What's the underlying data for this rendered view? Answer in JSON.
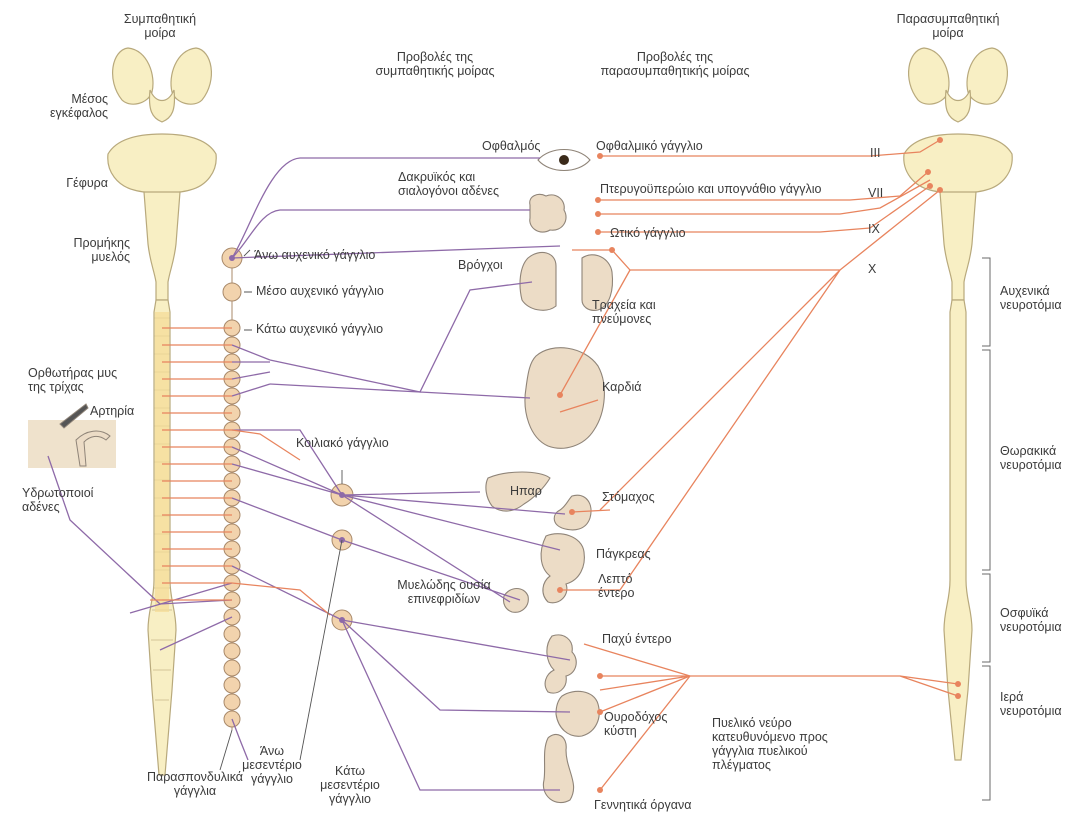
{
  "colors": {
    "sympathetic": "#8e6aa8",
    "parasympathetic": "#e8845e",
    "tissue": "#f8efc4",
    "tissue_outline": "#b8a97c",
    "organ": "#ecdcc6",
    "organ_outline": "#8f8478",
    "ganglion": "#f2d3ad",
    "ganglion_outline": "#a8896a",
    "inset": "#efe2cc"
  },
  "labels": {
    "sympathetic_division": "Συμπαθητική\nμοίρα",
    "parasympathetic_division": "Παρασυμπαθητική\nμοίρα",
    "midbrain": "Μέσος\nεγκέφαλος",
    "pons": "Γέφυρα",
    "medulla": "Προμήκης\nμυελός",
    "sympathetic_projections": "Προβολές της\nσυμπαθητικής μοίρας",
    "parasympathetic_projections": "Προβολές της\nπαρασυμπαθητικής μοίρας",
    "eye": "Οφθαλμός",
    "ciliary_ganglion": "Οφθαλμικό γάγγλιο",
    "lacrimal_salivary": "Δακρυϊκός και\nσιαλογόνοι αδένες",
    "pterygopalatine": "Πτερυγοϋπερώιο και υπογνάθιο γάγγλιο",
    "otic": "Ωτικό γάγγλιο",
    "superior_cervical": "Άνω αυχενικό γάγγλιο",
    "middle_cervical": "Μέσο αυχενικό γάγγλιο",
    "inferior_cervical": "Κάτω αυχενικό γάγγλιο",
    "bronchi": "Βρόγχοι",
    "trachea_lungs": "Τραχεία και\nπνεύμονες",
    "heart": "Καρδιά",
    "arrector": "Ορθωτήρας μυς\nτης τρίχας",
    "artery": "Αρτηρία",
    "sweat_glands": "Υδρωτοποιοί\nαδένες",
    "celiac": "Κοιλιακό γάγγλιο",
    "liver": "Ηπαρ",
    "stomach": "Στόμαχος",
    "pancreas": "Πάγκρεας",
    "small_intestine": "Λεπτό\nέντερο",
    "adrenal": "Μυελώδης ουσία\nεπινεφριδίων",
    "large_intestine": "Παχύ έντερο",
    "bladder": "Ουροδόχος\nκύστη",
    "pelvic_nerve": "Πυελικό νεύρο\nκατευθυνόμενο προς\nγάγγλια πυελικού\nπλέγματος",
    "genitals": "Γεννητικά όργανα",
    "paravertebral": "Παρασπονδυλικά\nγάγγλια",
    "superior_mesenteric": "Άνω\nμεσεντέριο\nγάγγλιο",
    "inferior_mesenteric": "Κάτω\nμεσεντέριο\nγάγγλιο",
    "cervical_segments": "Αυχενικά\nνευροτόμια",
    "thoracic_segments": "Θωρακικά\nνευροτόμια",
    "lumbar_segments": "Οσφυϊκά\nνευροτόμια",
    "sacral_segments": "Ιερά\nνευροτόμια",
    "cn3": "III",
    "cn7": "VII",
    "cn9": "IX",
    "cn10": "X"
  }
}
